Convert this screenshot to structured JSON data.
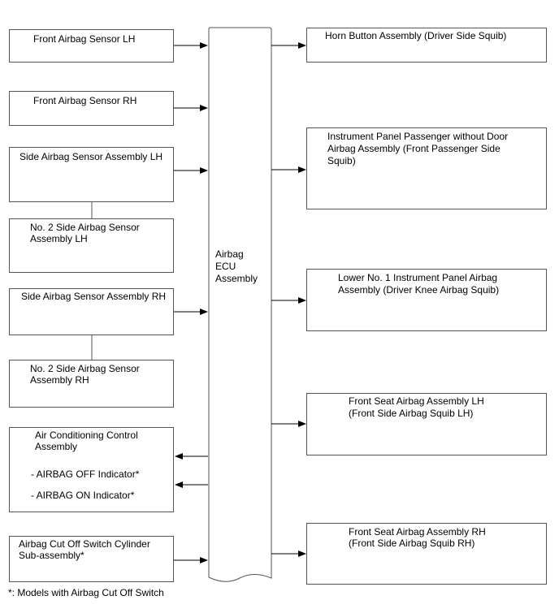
{
  "ecu": {
    "lines": [
      "Airbag",
      "ECU",
      "Assembly"
    ]
  },
  "inputs": {
    "front_lh": "Front Airbag Sensor LH",
    "front_rh": "Front Airbag Sensor RH",
    "side_lh": "Side Airbag Sensor Assembly LH",
    "no2_side_lh": [
      "No. 2 Side Airbag Sensor",
      "Assembly LH"
    ],
    "side_rh": "Side Airbag Sensor Assembly RH",
    "no2_side_rh": [
      "No. 2 Side Airbag Sensor",
      "Assembly RH"
    ],
    "air_conditioning": {
      "title": [
        "Air Conditioning Control",
        "Assembly"
      ],
      "off_indicator": "- AIRBAG OFF Indicator*",
      "on_indicator": "- AIRBAG ON Indicator*"
    },
    "cut_off_switch": [
      "Airbag Cut Off Switch Cylinder",
      "Sub-assembly*"
    ]
  },
  "outputs": {
    "horn": "Horn Button Assembly (Driver Side Squib)",
    "passenger": [
      "Instrument Panel Passenger without Door",
      "Airbag Assembly (Front Passenger Side",
      "Squib)"
    ],
    "knee": [
      "Lower No. 1 Instrument Panel Airbag",
      "Assembly (Driver Knee Airbag Squib)"
    ],
    "seat_lh": [
      "Front Seat Airbag Assembly LH",
      "(Front Side Airbag Squib LH)"
    ],
    "seat_rh": [
      "Front Seat Airbag Assembly RH",
      "(Front Side Airbag Squib RH)"
    ]
  },
  "footnote": "*: Models with Airbag Cut Off Switch"
}
